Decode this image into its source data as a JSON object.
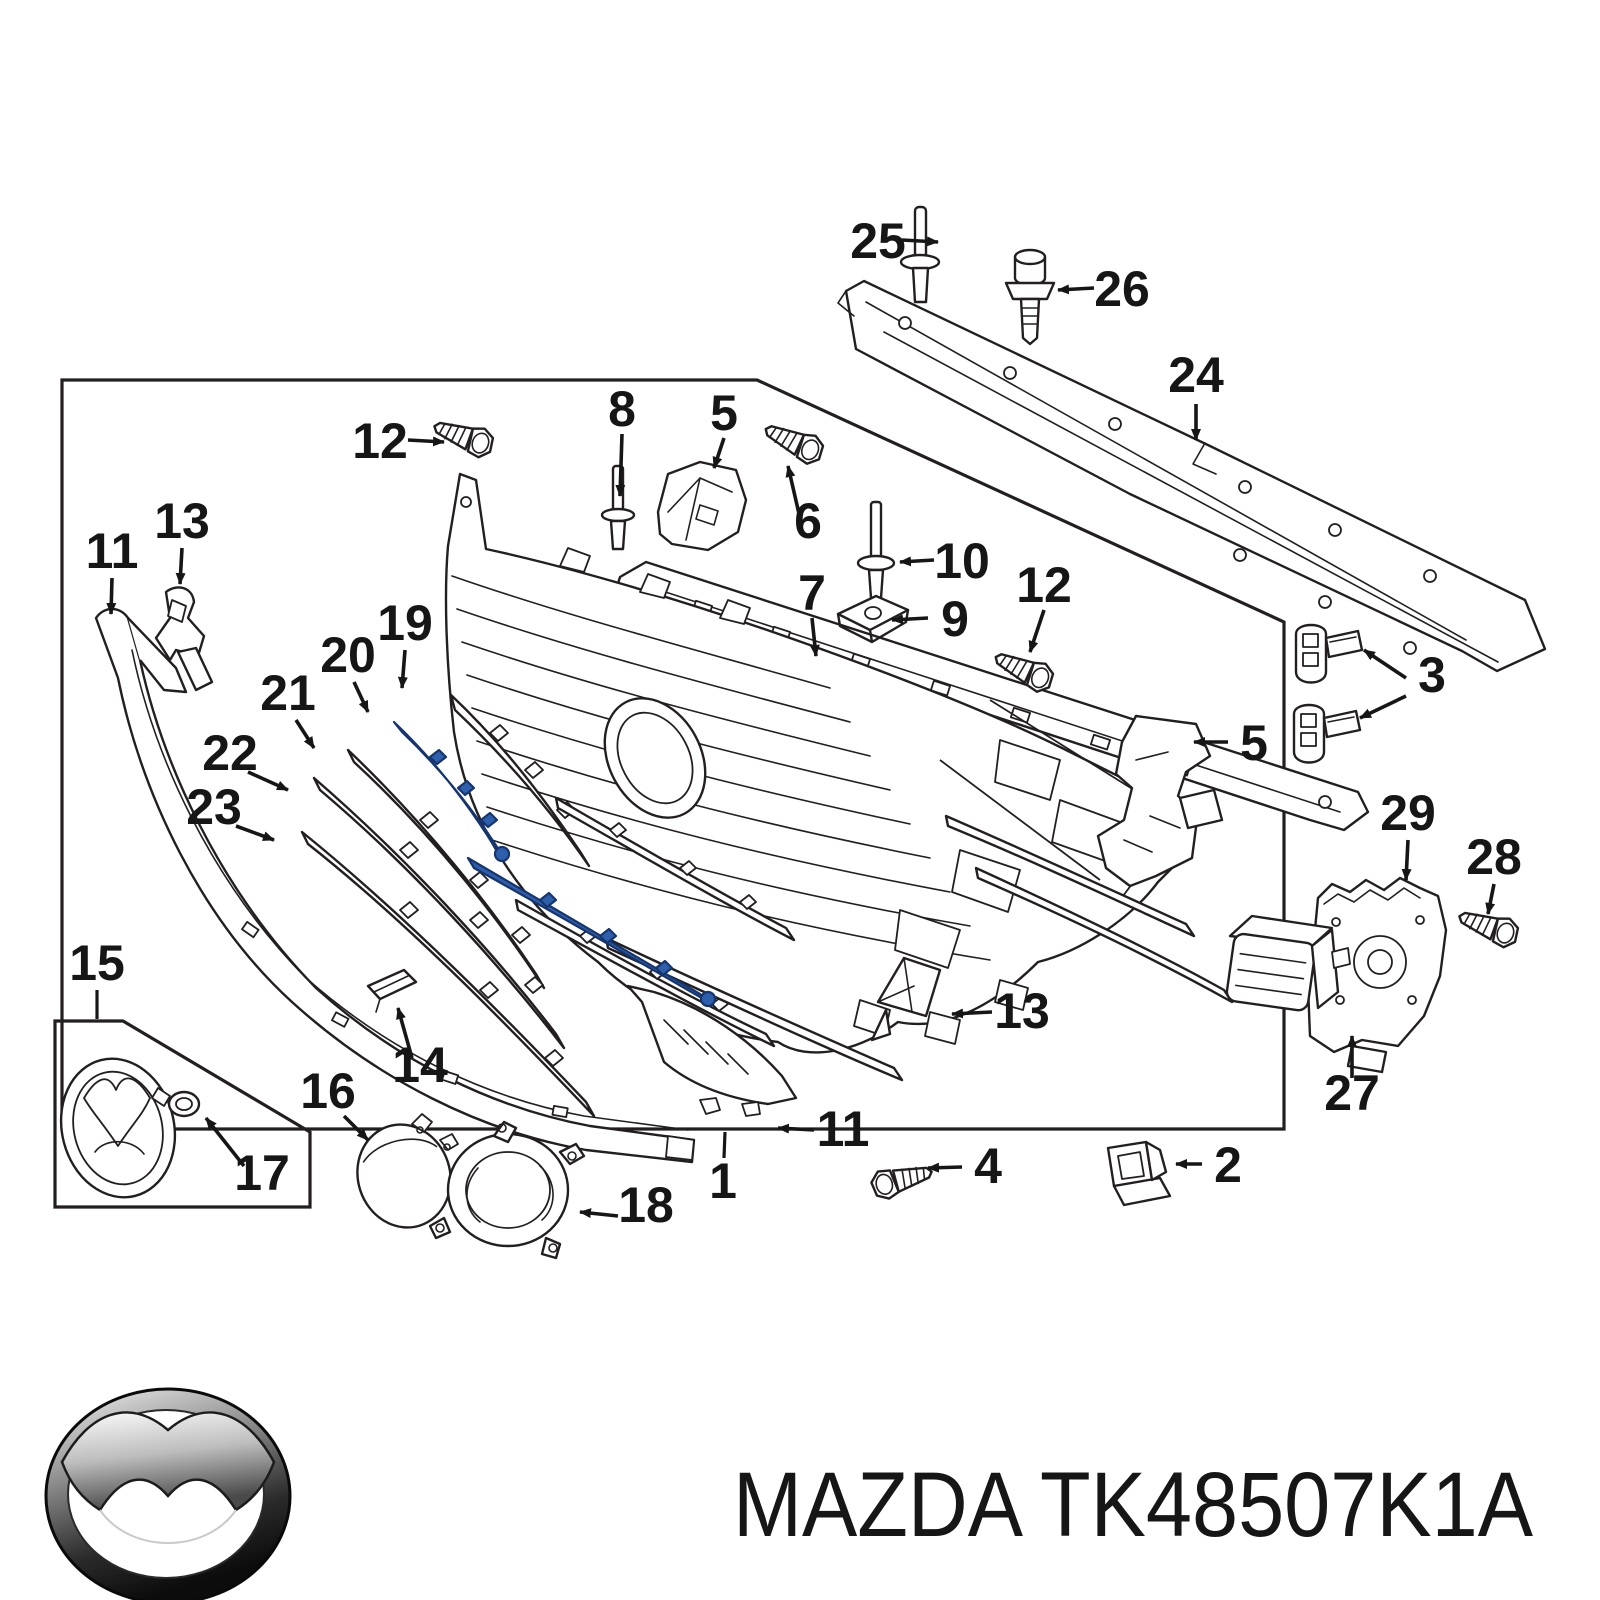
{
  "document": {
    "type": "exploded-parts-diagram",
    "subject": "front grille assembly",
    "background": "#ffffff",
    "line_color": "#231f20"
  },
  "highlight": {
    "color": "#2e5fac",
    "highlighted_callout": "20"
  },
  "footer": {
    "brand": "MAZDA",
    "part_number": "TK48507K1A",
    "text": "MAZDA TK48507K1A"
  },
  "logo": {
    "name": "mazda-logo-badge"
  },
  "callouts": [
    {
      "label": "25"
    },
    {
      "label": "26"
    },
    {
      "label": "24"
    },
    {
      "label": "12"
    },
    {
      "label": "8"
    },
    {
      "label": "5"
    },
    {
      "label": "6"
    },
    {
      "label": "10"
    },
    {
      "label": "12"
    },
    {
      "label": "9"
    },
    {
      "label": "7"
    },
    {
      "label": "3"
    },
    {
      "label": "5"
    },
    {
      "label": "29"
    },
    {
      "label": "28"
    },
    {
      "label": "27"
    },
    {
      "label": "11"
    },
    {
      "label": "13"
    },
    {
      "label": "19"
    },
    {
      "label": "20"
    },
    {
      "label": "21"
    },
    {
      "label": "22"
    },
    {
      "label": "23"
    },
    {
      "label": "15"
    },
    {
      "label": "17"
    },
    {
      "label": "16"
    },
    {
      "label": "14"
    },
    {
      "label": "18"
    },
    {
      "label": "13"
    },
    {
      "label": "11"
    },
    {
      "label": "1"
    },
    {
      "label": "4"
    },
    {
      "label": "2"
    }
  ]
}
